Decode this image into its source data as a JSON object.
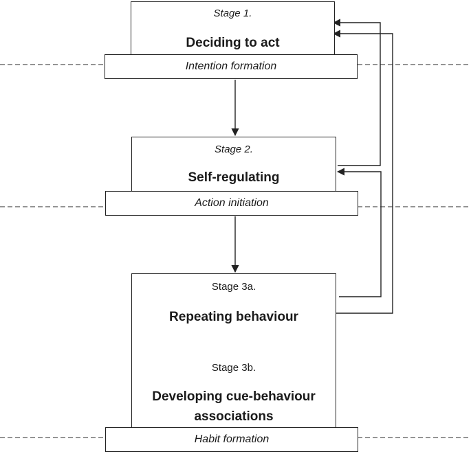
{
  "stages": [
    {
      "label": "Stage 1.",
      "title": "Deciding to act",
      "band": "Intention formation"
    },
    {
      "label": "Stage 2.",
      "title": "Self-regulating",
      "band": "Action initiation"
    },
    {
      "label": "Stage 3a.",
      "title": "Repeating behaviour"
    },
    {
      "label": "Stage 3b.",
      "title_line1": "Developing cue-behaviour",
      "title_line2": "associations",
      "band": "Habit formation"
    }
  ]
}
